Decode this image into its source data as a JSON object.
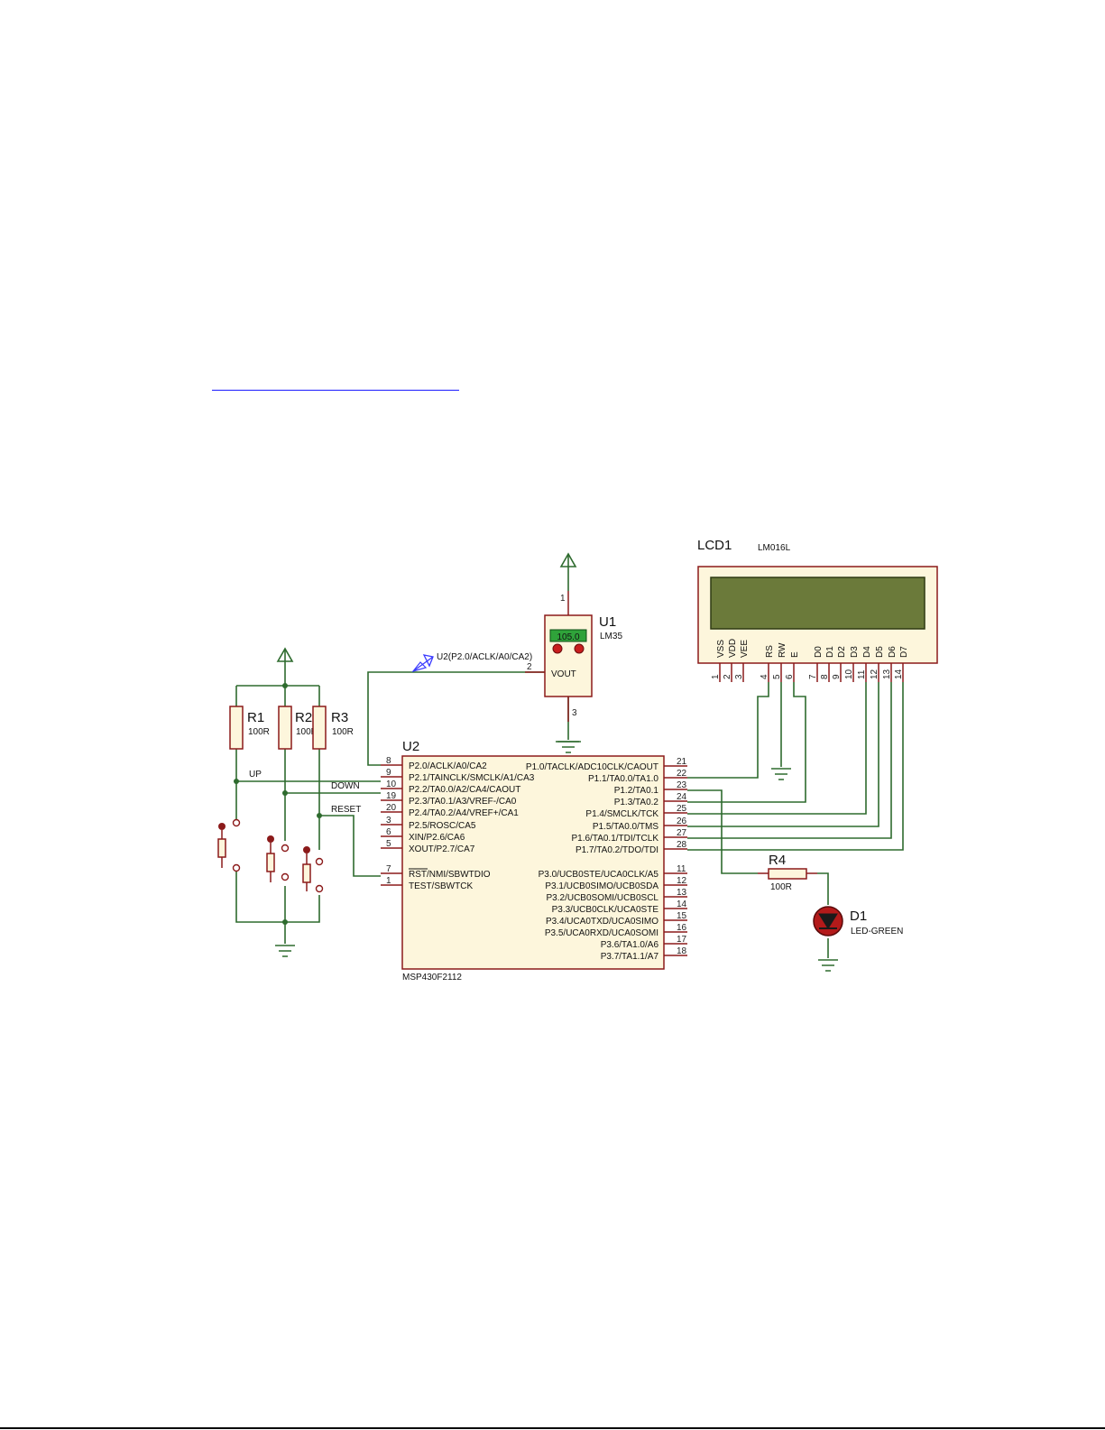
{
  "components": {
    "u1": {
      "ref": "U1",
      "value": "LM35",
      "display": "105.0",
      "vout_label": "VOUT",
      "pins": [
        "1",
        "2",
        "3"
      ]
    },
    "u2": {
      "ref": "U2",
      "value": "MSP430F2112"
    },
    "lcd": {
      "ref": "LCD1",
      "value": "LM016L",
      "pin_names": [
        "VSS",
        "VDD",
        "VEE",
        "RS",
        "RW",
        "E",
        "D0",
        "D1",
        "D2",
        "D3",
        "D4",
        "D5",
        "D6",
        "D7"
      ],
      "pin_numbers": [
        "1",
        "2",
        "3",
        "4",
        "5",
        "6",
        "7",
        "8",
        "9",
        "10",
        "11",
        "12",
        "13",
        "14"
      ]
    },
    "r1": {
      "ref": "R1",
      "value": "100R"
    },
    "r2": {
      "ref": "R2",
      "value": "100R"
    },
    "r3": {
      "ref": "R3",
      "value": "100R"
    },
    "r4": {
      "ref": "R4",
      "value": "100R"
    },
    "d1": {
      "ref": "D1",
      "value": "LED-GREEN"
    }
  },
  "mcu_left_pins": [
    {
      "num": "8",
      "name": "P2.0/ACLK/A0/CA2"
    },
    {
      "num": "9",
      "name": "P2.1/TAINCLK/SMCLK/A1/CA3"
    },
    {
      "num": "10",
      "name": "P2.2/TA0.0/A2/CA4/CAOUT"
    },
    {
      "num": "19",
      "name": "P2.3/TA0.1/A3/VREF-/CA0"
    },
    {
      "num": "20",
      "name": "P2.4/TA0.2/A4/VREF+/CA1"
    },
    {
      "num": "3",
      "name": "P2.5/ROSC/CA5"
    },
    {
      "num": "6",
      "name": "XIN/P2.6/CA6"
    },
    {
      "num": "5",
      "name": "XOUT/P2.7/CA7"
    },
    {
      "num": "7",
      "name": "RST/NMI/SBWTDIO"
    },
    {
      "num": "1",
      "name": "TEST/SBWTCK"
    }
  ],
  "mcu_right_pins": [
    {
      "num": "21",
      "name": "P1.0/TACLK/ADC10CLK/CAOUT"
    },
    {
      "num": "22",
      "name": "P1.1/TA0.0/TA1.0"
    },
    {
      "num": "23",
      "name": "P1.2/TA0.1"
    },
    {
      "num": "24",
      "name": "P1.3/TA0.2"
    },
    {
      "num": "25",
      "name": "P1.4/SMCLK/TCK"
    },
    {
      "num": "26",
      "name": "P1.5/TA0.0/TMS"
    },
    {
      "num": "27",
      "name": "P1.6/TA0.1/TDI/TCLK"
    },
    {
      "num": "28",
      "name": "P1.7/TA0.2/TDO/TDI"
    },
    {
      "num": "11",
      "name": "P3.0/UCB0STE/UCA0CLK/A5"
    },
    {
      "num": "12",
      "name": "P3.1/UCB0SIMO/UCB0SDA"
    },
    {
      "num": "13",
      "name": "P3.2/UCB0SOMI/UCB0SCL"
    },
    {
      "num": "14",
      "name": "P3.3/UCB0CLK/UCA0STE"
    },
    {
      "num": "15",
      "name": "P3.4/UCA0TXD/UCA0SIMO"
    },
    {
      "num": "16",
      "name": "P3.5/UCA0RXD/UCA0SOMI"
    },
    {
      "num": "17",
      "name": "P3.6/TA1.0/A6"
    },
    {
      "num": "18",
      "name": "P3.7/TA1.1/A7"
    }
  ],
  "net_labels": {
    "up": "UP",
    "down": "DOWN",
    "reset": "RESET",
    "probe": "U2(P2.0/ACLK/A0/CA2)"
  },
  "colors": {
    "wire": "#2e6b2e",
    "component": "#8b1a1a",
    "body_fill": "#fdf6dc",
    "lcd_screen": "#6b7a3a",
    "probe": "#3a3aff"
  }
}
